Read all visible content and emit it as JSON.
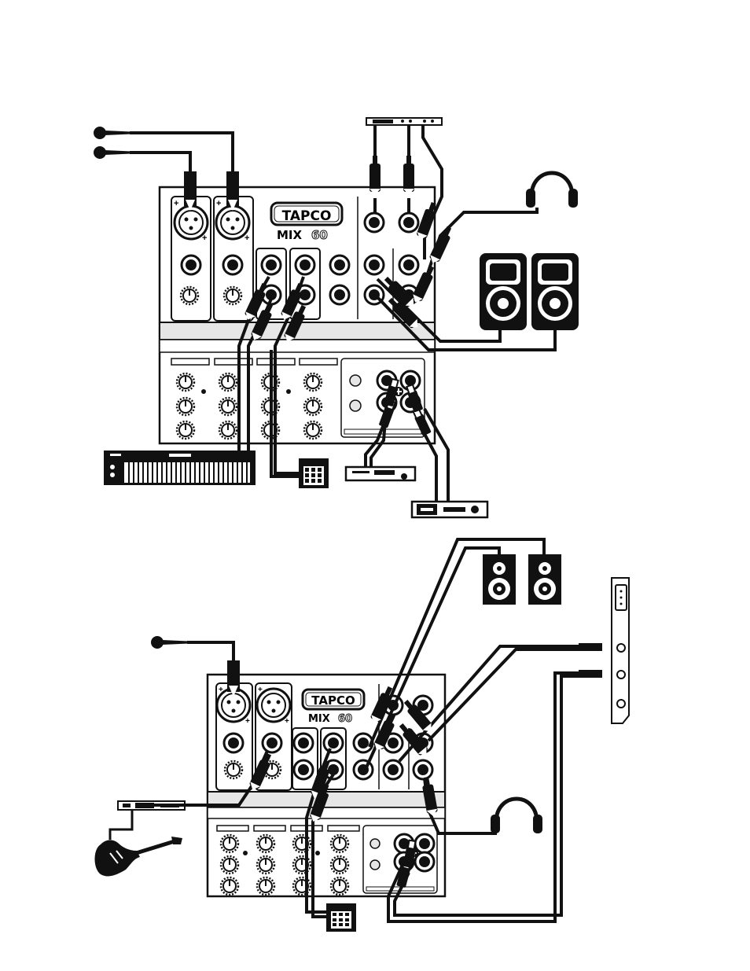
{
  "colors": {
    "ink": "#111111",
    "paper": "#ffffff",
    "panel": "#e6e6e6",
    "shade": "#8a8a8a"
  },
  "diagram_top": {
    "mixer": {
      "brand": "TAPCO",
      "model_prefix": "MIX",
      "model_suffix": "60"
    },
    "devices": [
      "microphone-icon",
      "microphone-icon",
      "rack-processor-icon",
      "headphones-icon",
      "speaker-icon",
      "speaker-icon",
      "keyboard-synth-icon",
      "drum-pad-icon",
      "cd-player-icon",
      "tape-deck-icon"
    ]
  },
  "diagram_bottom": {
    "mixer": {
      "brand": "TAPCO",
      "model_prefix": "MIX",
      "model_suffix": "60"
    },
    "devices": [
      "microphone-icon",
      "studio-monitor-icon",
      "studio-monitor-icon",
      "sound-card-icon",
      "headphones-icon",
      "di-box-icon",
      "electric-guitar-icon",
      "drum-pad-icon"
    ]
  }
}
